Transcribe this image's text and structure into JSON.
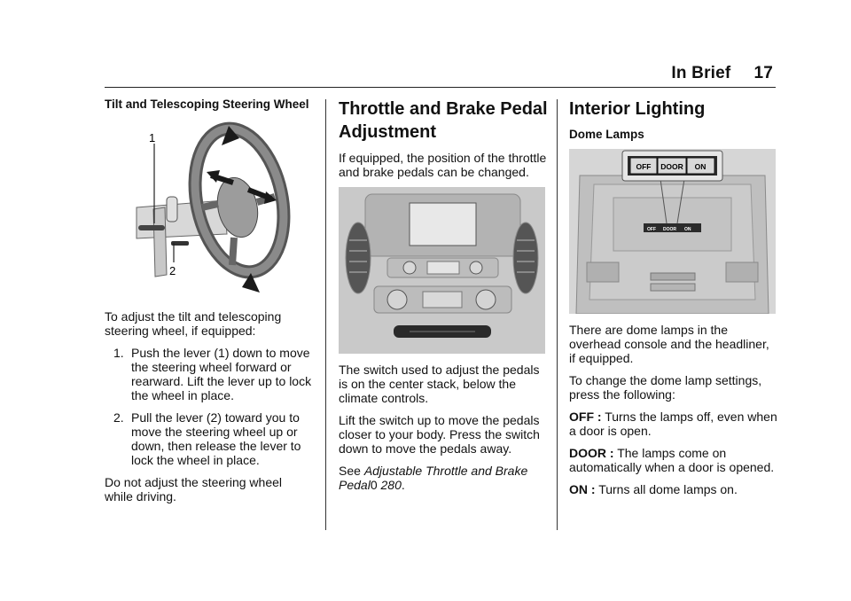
{
  "header": {
    "section": "In Brief",
    "page": "17"
  },
  "col1": {
    "title": "Tilt and Telescoping Steering Wheel",
    "fig_labels": [
      "1",
      "2"
    ],
    "intro": "To adjust the tilt and telescoping steering wheel, if equipped:",
    "steps": [
      {
        "num": "1.",
        "text": "Push the lever (1) down to move the steering wheel forward or rearward. Lift the lever up to lock the wheel in place."
      },
      {
        "num": "2.",
        "text": "Pull the lever (2) toward you to move the steering wheel up or down, then release the lever to lock the wheel in place."
      }
    ],
    "note": "Do not adjust the steering wheel while driving."
  },
  "col2": {
    "title": "Throttle and Brake Pedal Adjustment",
    "p1": "If equipped, the position of the throttle and brake pedals can be changed.",
    "p2": "The switch used to adjust the pedals is on the center stack, below the climate controls.",
    "p3": "Lift the switch up to move the pedals closer to your body. Press the switch down to move the pedals away.",
    "see_prefix": "See ",
    "see_link": "Adjustable Throttle and Brake Pedal",
    "see_symbol": "0",
    "see_page": "280",
    "see_suffix": "."
  },
  "col3": {
    "title": "Interior Lighting",
    "subtitle": "Dome Lamps",
    "callout": {
      "off": "OFF",
      "door": "DOOR",
      "on": "ON"
    },
    "small_labels": {
      "off": "OFF",
      "door": "DOOR",
      "on": "ON"
    },
    "p1": "There are dome lamps in the overhead console and the headliner, if equipped.",
    "p2": "To change the dome lamp settings, press the following:",
    "defs": [
      {
        "term": "OFF :",
        "text": "Turns the lamps off, even when a door is open."
      },
      {
        "term": "DOOR :",
        "text": "The lamps come on automatically when a door is opened."
      },
      {
        "term": "ON :",
        "text": "Turns all dome lamps on."
      }
    ]
  }
}
